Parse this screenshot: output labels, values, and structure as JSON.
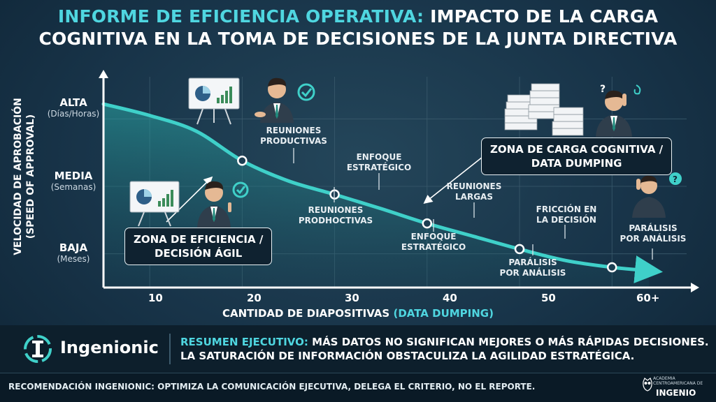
{
  "title": {
    "accent": "INFORME DE EFICIENCIA OPERATIVA:",
    "rest1": "IMPACTO DE LA CARGA",
    "line2": "COGNITIVA EN LA TOMA DE DECISIONES DE LA JUNTA DIRECTIVA"
  },
  "y_axis": {
    "label_line1": "VELOCIDAD DE APROBACIÓN",
    "label_line2": "(SPEED OF APPROVAL)",
    "levels": [
      {
        "name": "ALTA",
        "unit": "(Días/Horas)"
      },
      {
        "name": "MEDIA",
        "unit": "(Semanas)"
      },
      {
        "name": "BAJA",
        "unit": "(Meses)"
      }
    ]
  },
  "x_axis": {
    "label": "CANTIDAD DE DIAPOSITIVAS",
    "label_sub": "(DATA DUMPING)",
    "ticks": [
      "10",
      "20",
      "30",
      "40",
      "50",
      "60+"
    ]
  },
  "chart_data": {
    "type": "line",
    "xlabel": "CANTIDAD DE DIAPOSITIVAS (DATA DUMPING)",
    "ylabel": "VELOCIDAD DE APROBACIÓN (SPEED OF APPROVAL)",
    "x_ticks": [
      "10",
      "20",
      "30",
      "40",
      "50",
      "60+"
    ],
    "y_levels": [
      "BAJA",
      "MEDIA",
      "ALTA"
    ],
    "xlim": [
      5,
      65
    ],
    "ylim": [
      0,
      3
    ],
    "x": [
      5,
      10,
      15,
      20,
      25,
      30,
      35,
      40,
      45,
      50,
      55,
      60,
      64
    ],
    "y": [
      2.72,
      2.55,
      2.32,
      1.88,
      1.58,
      1.38,
      1.17,
      0.95,
      0.76,
      0.57,
      0.4,
      0.3,
      0.25
    ],
    "markers": [
      {
        "x": 20,
        "y": 1.88
      },
      {
        "x": 30,
        "y": 1.38
      },
      {
        "x": 40,
        "y": 0.95
      },
      {
        "x": 50,
        "y": 0.57
      },
      {
        "x": 60,
        "y": 0.3
      }
    ],
    "series_color": "#3fd0c9",
    "grid": true,
    "annotations": [
      {
        "line1": "REUNIONES",
        "line2": "PRODUCTIVAS"
      },
      {
        "line1": "ENFOQUE",
        "line2": "ESTRATÉGICO"
      },
      {
        "line1": "REUNIONES",
        "line2": "PRODHOCTIVAS"
      },
      {
        "line1": "REUNIONES",
        "line2": "LARGAS"
      },
      {
        "line1": "ENFOQUE",
        "line2": "ESTRATÉGICO"
      },
      {
        "line1": "FRICCIÓN EN",
        "line2": "LA DECISIÓN"
      },
      {
        "line1": "PARÁLISIS",
        "line2": "POR ANÁLISIS"
      },
      {
        "line1": "PARÁLISIS",
        "line2": "POR ANÁLISIS"
      }
    ],
    "zones": [
      {
        "line1": "ZONA DE EFICIENCIA /",
        "line2": "DECISIÓN ÁGIL"
      },
      {
        "line1": "ZONA DE CARGA COGNITIVA /",
        "line2": "DATA DUMPING"
      }
    ]
  },
  "brand": {
    "name": "Ingenionic",
    "icon": "ingenionic-logo-icon"
  },
  "summary": {
    "label": "RESUMEN EJECUTIVO:",
    "text1": "MÁS DATOS NO SIGNIFICAN MEJORES O MÁS RÁPIDAS DECISIONES.",
    "text2": "LA SATURACIÓN DE INFORMACIÓN OBSTACULIZA LA AGILIDAD ESTRATÉGICA."
  },
  "recommendation": "RECOMENDACIÓN INGENIONIC: OPTIMIZA LA COMUNICACIÓN EJECUTIVA, DELEGA EL CRITERIO, NO EL REPORTE.",
  "academy": {
    "line1": "ACADEMIA",
    "line2": "CENTROAMERICANA DE",
    "line3": "INGENIO",
    "icon": "owl-icon"
  },
  "colors": {
    "accent": "#4fd6e0",
    "curve": "#3fd0c9",
    "background": "#183449"
  }
}
